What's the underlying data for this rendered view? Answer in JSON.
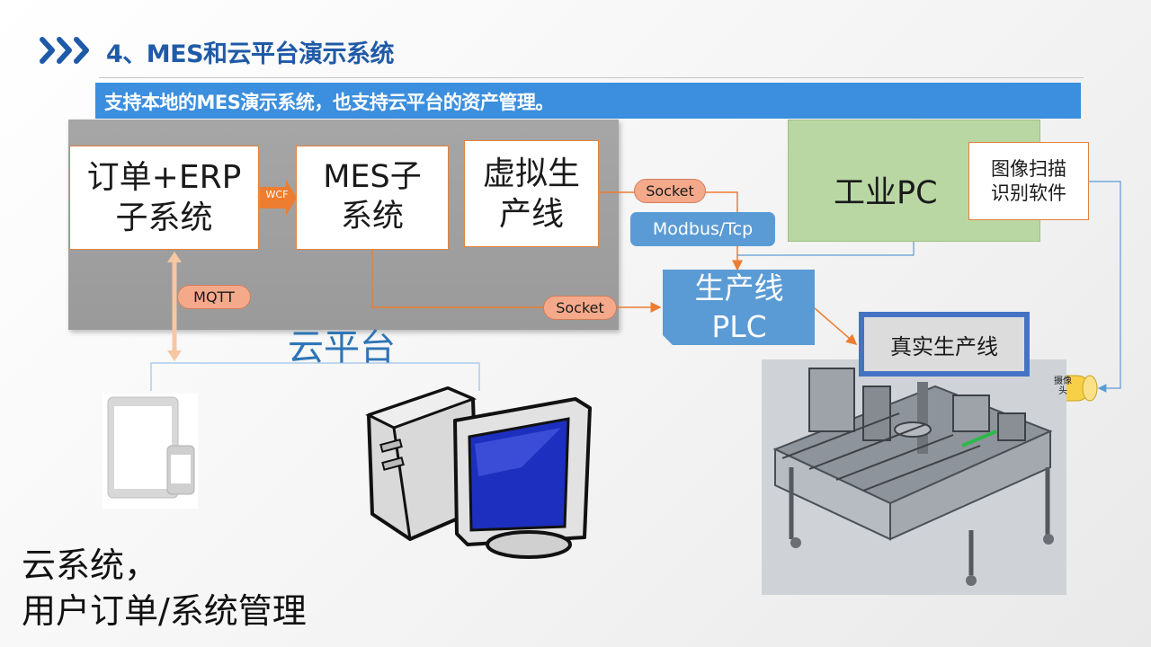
{
  "header": {
    "title": "4、MES和云平台演示系统",
    "arrow_icon": "triple-chevron-icon",
    "accent": "#1f5aa8"
  },
  "banner": {
    "text": "支持本地的MES演示系统，也支持云平台的资产管理。",
    "color": "#3b8fde"
  },
  "boxes": {
    "erp": "订单+ERP\n子系统",
    "mes": "MES子\n系统",
    "virtual": "虚拟生\n产线",
    "industrial_pc": "工业PC",
    "image_software": "图像扫描\n识别软件",
    "plc": "生产线\nPLC",
    "real_line": "真实生产线"
  },
  "connectors": {
    "wcf": "WCF",
    "socket_top": "Socket",
    "modbus": "Modbus/Tcp",
    "socket_bottom": "Socket",
    "mqtt": "MQTT",
    "camera": "摄像\n头"
  },
  "cloud_label": "云平台",
  "bottom_text": "云系统，\n用户订单/系统管理",
  "colors": {
    "box_border": "#e2823c",
    "arrow": "#ed7d31",
    "link": "#5b9bd5",
    "plc": "#5b9bd5"
  }
}
